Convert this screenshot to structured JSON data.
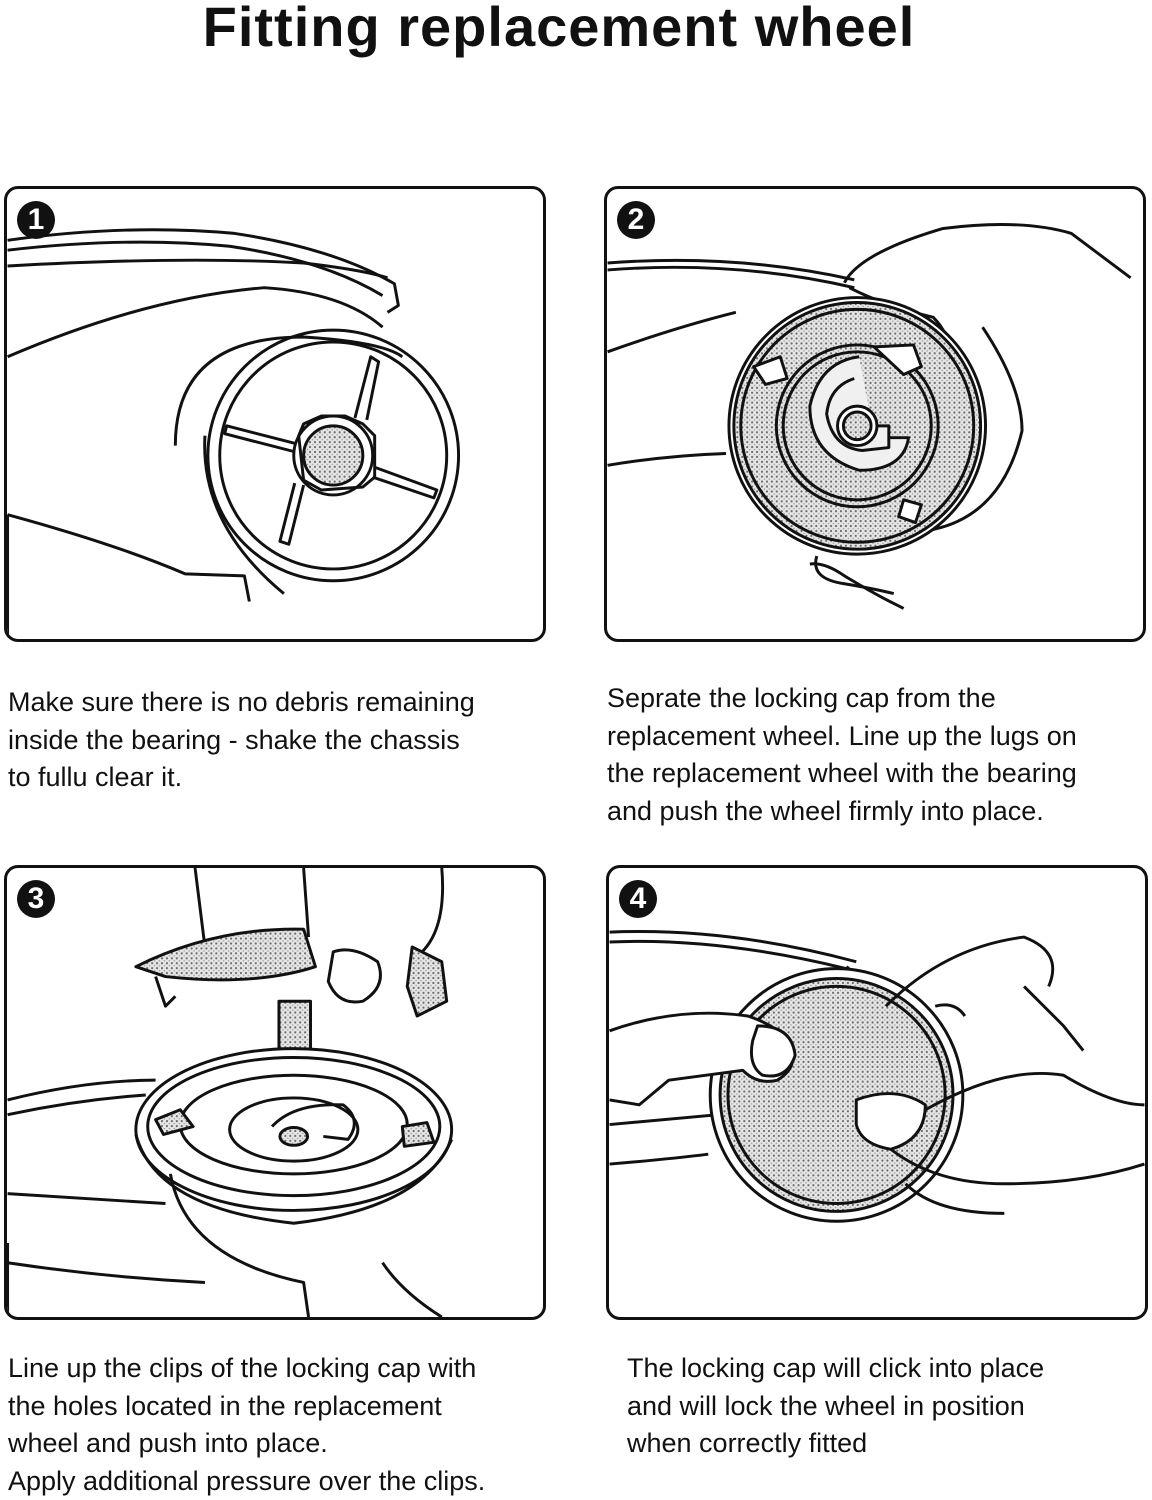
{
  "title": "Fitting replacement wheel",
  "steps": [
    {
      "number": "1",
      "lines": [
        "Make sure there is no debris remaining",
        "inside the bearing - shake the chassis",
        "to fullu clear it."
      ]
    },
    {
      "number": "2",
      "lines": [
        "Seprate the locking cap from the",
        "replacement wheel. Line up the lugs on",
        "the replacement wheel with the bearing",
        "and push the wheel firmly into place."
      ]
    },
    {
      "number": "3",
      "lines": [
        "Line up the clips of the locking cap with",
        "the holes located in the replacement",
        "wheel and push into place.",
        "Apply additional pressure over the clips."
      ]
    },
    {
      "number": "4",
      "lines": [
        "The locking cap will click into place",
        "and will lock the wheel in position",
        "when correctly fitted"
      ]
    }
  ]
}
